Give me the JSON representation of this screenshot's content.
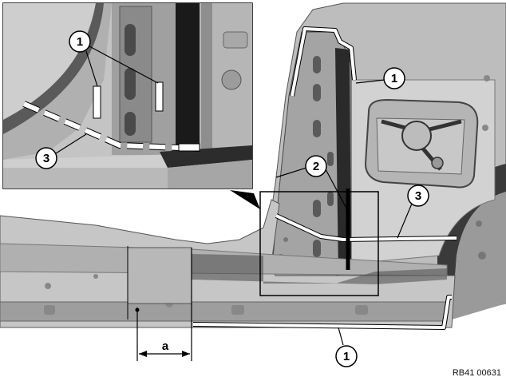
{
  "callouts": {
    "inset_1": "1",
    "inset_3": "3",
    "upper_1": "1",
    "mid_2": "2",
    "mid_3": "3",
    "lower_1": "1"
  },
  "dimension": {
    "label": "a"
  },
  "reference_code": "RB41 00631",
  "colors": {
    "panel_light": "#c9c9c9",
    "panel_mid": "#a8a8a8",
    "panel_dark": "#6f6f6f",
    "shadow": "#1e1e1e",
    "cut_line": "#ffffff",
    "outline": "#000000"
  }
}
